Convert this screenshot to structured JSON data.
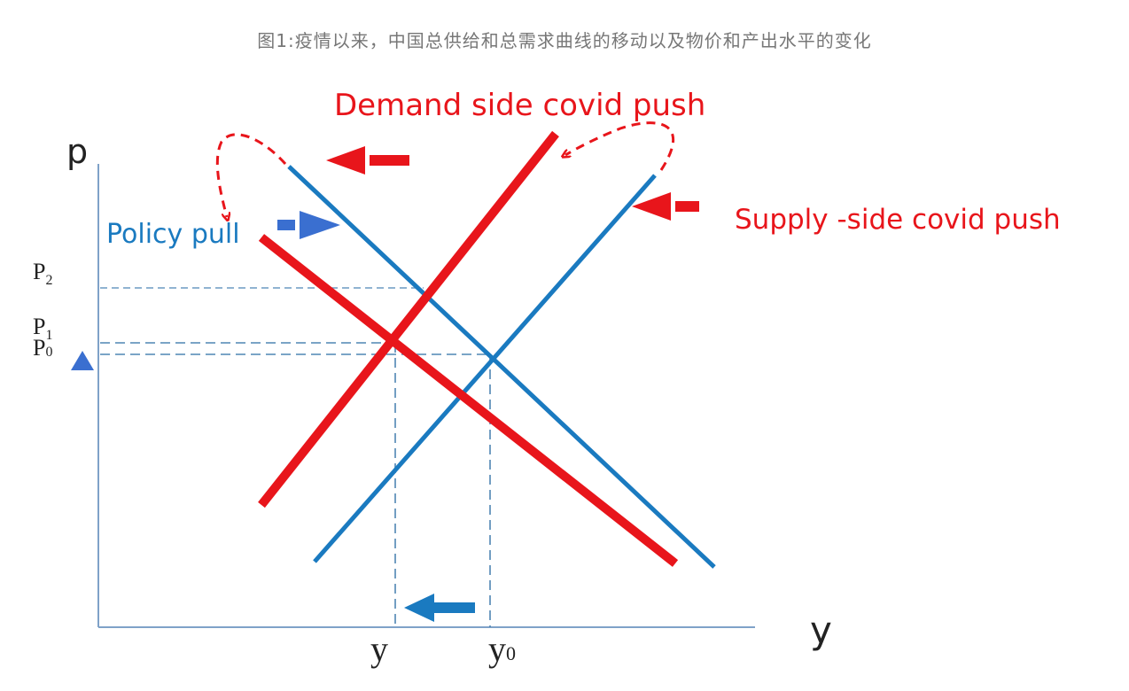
{
  "caption": "图1:疫情以来，中国总供给和总需求曲线的移动以及物价和产出水平的变化",
  "axes": {
    "y_axis_label": "p",
    "x_axis_label": "y"
  },
  "price_levels": {
    "p2": {
      "base": "P",
      "sub": "2"
    },
    "p1": {
      "base": "P",
      "sub": "1"
    },
    "p0": {
      "base": "P",
      "sub": "0"
    }
  },
  "output_levels": {
    "y": {
      "base": "y",
      "sub": ""
    },
    "y0": {
      "base": "y",
      "sub": "0"
    }
  },
  "annotations": {
    "demand": "Demand side covid push",
    "supply": "Supply -side covid push",
    "policy": "Policy pull"
  },
  "colors": {
    "red": "#e8151b",
    "blue": "#1a7ac0",
    "guide_blue": "#4f85b3",
    "axis": "#7fa2c8",
    "marker": "#3a6fd0"
  }
}
